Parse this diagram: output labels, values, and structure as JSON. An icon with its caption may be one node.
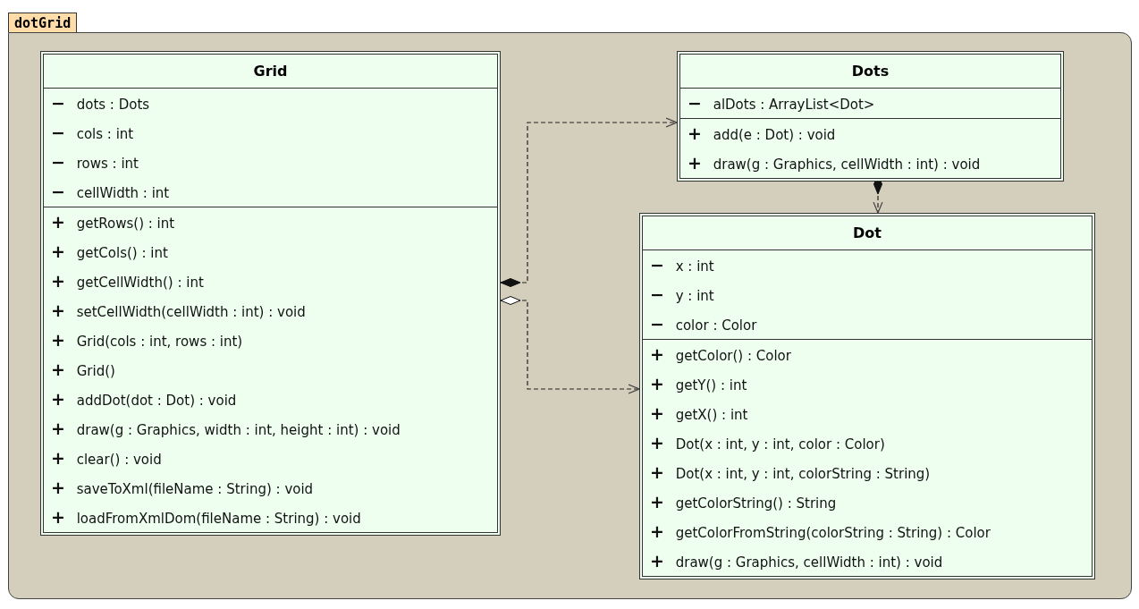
{
  "diagram": {
    "nodes": [
      {
        "text": [
          "dotGrid"
        ]
      },
      {
        "text": [
          "Grid",
          "− dots : Dots",
          "− cols : int",
          "− rows : int",
          "− cellWidth : int",
          "+ getRows() : int",
          "+ getCols() : int",
          "+ getCellWidth() : int",
          "+ setCellWidth(cellWidth : int) : void",
          "+ Grid(cols : int, rows : int)",
          "+ Grid()",
          "+ addDot(dot : Dot) : void",
          "+ draw(g : Graphics, width : int, height : int) : void",
          "+ clear() : void",
          "+ saveToXml(fileName : String) : void",
          "+ loadFromXmlDom(fileName : String) : void"
        ],
        "in": 0
      },
      {
        "text": [
          "Dots",
          "− alDots : ArrayList<Dot>",
          "+ add(e : Dot) : void",
          "+ draw(g : Graphics, cellWidth : int) : void"
        ],
        "in": 0
      },
      {
        "text": [
          "Dot",
          "− x : int",
          "− y : int",
          "− color : Color",
          "+ getColor() : Color",
          "+ getY() : int",
          "+ getX() : int",
          "+ Dot(x : int, y : int, color : Color)",
          "+ Dot(x : int, y : int, colorString : String)",
          "+ getColorString() : String",
          "+ getColorFromString(colorString : String) : Color",
          "+ draw(g : Graphics, cellWidth : int) : void"
        ],
        "in": 0
      }
    ],
    "edges": [
      {
        "from": 1,
        "to": 2,
        "arrow": "to",
        "style": "dashed"
      },
      {
        "from": 1,
        "to": 3,
        "arrow": "to",
        "style": "dashed"
      },
      {
        "from": 2,
        "to": 3,
        "arrow": "to",
        "style": "dashed"
      }
    ]
  }
}
